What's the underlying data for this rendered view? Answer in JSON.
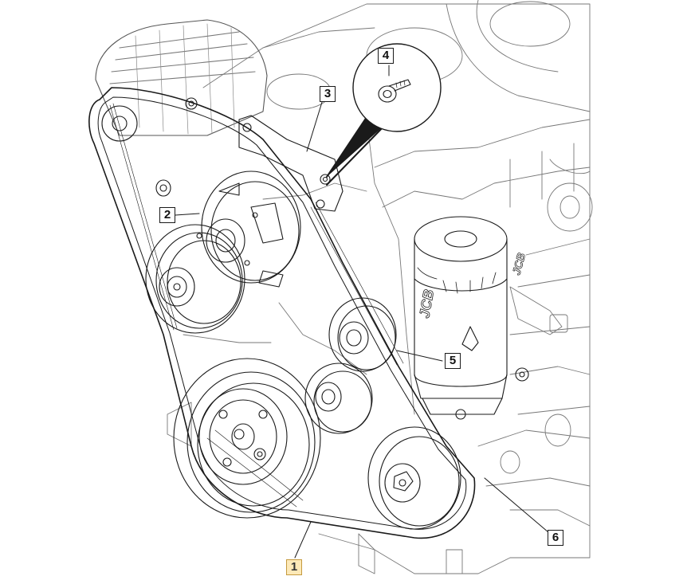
{
  "callouts": [
    {
      "id": "1",
      "label": "1",
      "highlighted": true
    },
    {
      "id": "2",
      "label": "2",
      "highlighted": false
    },
    {
      "id": "3",
      "label": "3",
      "highlighted": false
    },
    {
      "id": "4",
      "label": "4",
      "highlighted": false
    },
    {
      "id": "5",
      "label": "5",
      "highlighted": false
    },
    {
      "id": "6",
      "label": "6",
      "highlighted": false
    }
  ],
  "decals": {
    "filter_logo": "JCB",
    "side_logo": "JCB"
  },
  "colors": {
    "line": "#1a1a1a",
    "belt": "#1a1a1a",
    "highlight_fill": "#fde9b8",
    "highlight_border": "#c59a3f",
    "background": "#ffffff"
  }
}
